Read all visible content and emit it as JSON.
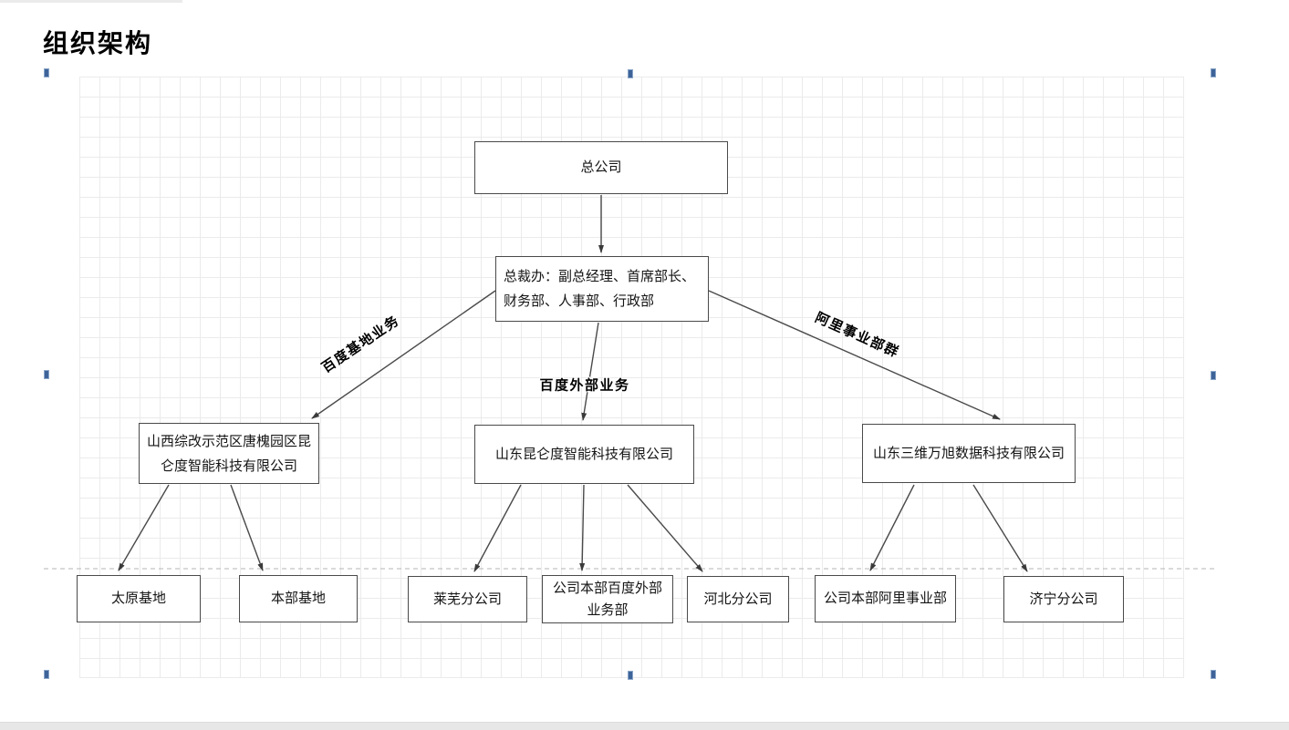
{
  "page": {
    "title": "组织架构"
  },
  "diagram": {
    "nodes": [
      {
        "id": "head-office",
        "label": "总公司"
      },
      {
        "id": "president-office",
        "label": "总裁办：副总经理、首席部长、财务部、人事部、行政部"
      },
      {
        "id": "shanxi-company",
        "label": "山西综改示范区唐槐园区昆仑度智能科技有限公司"
      },
      {
        "id": "shandong-kunlundu",
        "label": "山东昆仑度智能科技有限公司"
      },
      {
        "id": "shandong-sanwei",
        "label": "山东三维万旭数据科技有限公司"
      },
      {
        "id": "taiyuan-base",
        "label": "太原基地"
      },
      {
        "id": "benbu-base",
        "label": "本部基地"
      },
      {
        "id": "laiwu-branch",
        "label": "莱芜分公司"
      },
      {
        "id": "baidu-external-dept",
        "label": "公司本部百度外部业务部"
      },
      {
        "id": "hebei-branch",
        "label": "河北分公司"
      },
      {
        "id": "ali-dept",
        "label": "公司本部阿里事业部"
      },
      {
        "id": "jining-branch",
        "label": "济宁分公司"
      }
    ],
    "edge_labels": [
      {
        "id": "baidu-base-business",
        "label": "百度基地业务"
      },
      {
        "id": "baidu-external-business",
        "label": "百度外部业务"
      },
      {
        "id": "ali-business-group",
        "label": "阿里事业部群"
      }
    ],
    "colors": {
      "connector_line": "#4a4a4a",
      "box_border": "#4a4a4a",
      "box_fill": "#ffffff",
      "grid_line": "#ebebeb",
      "dashed_line": "#b5b5b5",
      "selection_handle": "#3d6399"
    }
  }
}
